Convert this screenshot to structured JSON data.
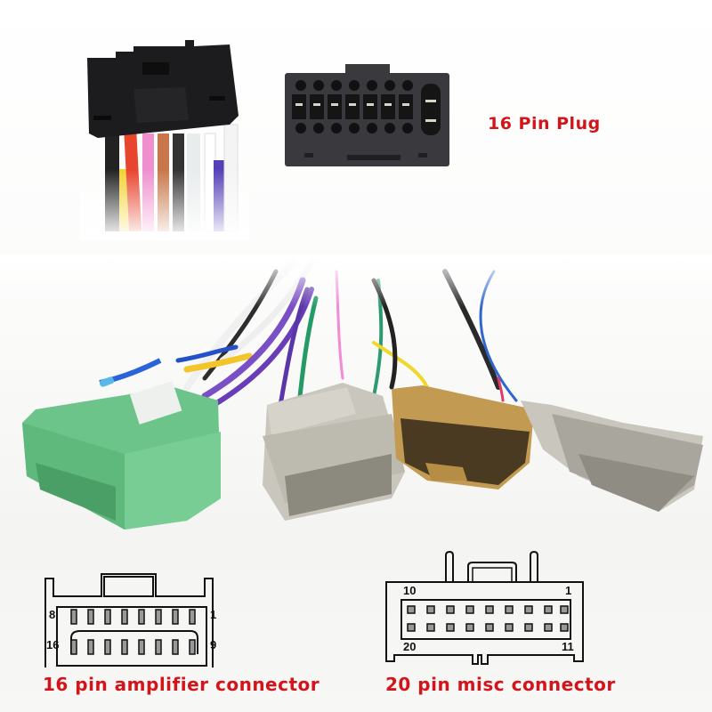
{
  "labels": {
    "top_plug": "16 Pin Plug",
    "amp_connector": "16 pin amplifier connector",
    "misc_connector": "20 pin misc connector"
  },
  "amp_diagram": {
    "pins_top_left": "8",
    "pins_top_right": "1",
    "pins_bottom_left": "16",
    "pins_bottom_right": "9",
    "pins_per_row": 8
  },
  "misc_diagram": {
    "pins_top_left": "10",
    "pins_top_right": "1",
    "pins_bottom_left": "20",
    "pins_bottom_right": "11",
    "pins_per_row": 10
  },
  "colors": {
    "label_red": "#d3141a",
    "green_connector": "#6cc48a",
    "grey_connector": "#c9c6bd",
    "tan_connector": "#c39a52",
    "black_plug": "#1c1c1e"
  },
  "wires_top_plug": [
    "black",
    "red",
    "yellow",
    "pink",
    "orange",
    "black",
    "white",
    "white",
    "purple",
    "white"
  ]
}
